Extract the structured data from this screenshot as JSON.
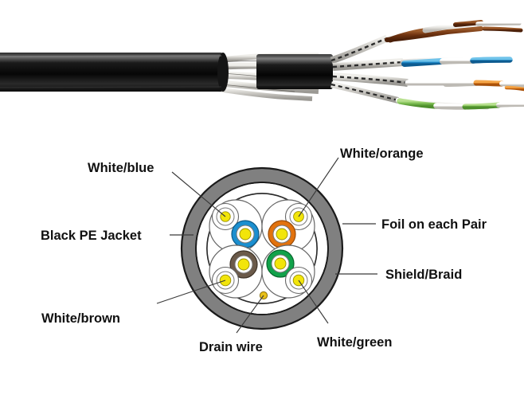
{
  "figure": {
    "title": "Shielded twisted pair (S/FTP) cable construction",
    "background_color": "#ffffff"
  },
  "photo": {
    "name": "cable-photograph",
    "description": "Stripped S/FTP network cable showing black PE jacket, braid shield and four foiled twisted pairs",
    "jacket_color": "#1a1a1a",
    "braid_color": "#d8d6d2",
    "pairs": [
      {
        "name": "brown-pair",
        "color": "#7a3a14",
        "label": "brown"
      },
      {
        "name": "blue-pair",
        "color": "#1a86c8",
        "label": "blue"
      },
      {
        "name": "orange-pair",
        "color": "#e07a16",
        "label": "orange"
      },
      {
        "name": "green-pair",
        "color": "#7fbf53",
        "label": "green"
      }
    ]
  },
  "cross_section": {
    "name": "cable-cross-section",
    "jacket_color": "#808080",
    "jacket_outline": "#222222",
    "braid_light": "#ffffff",
    "braid_dark": "#111111",
    "core_fill": "#ffffff",
    "pairs": [
      {
        "name": "white-blue-pair",
        "position": "upper-left",
        "insulation_color": "#1b8fd0",
        "conductor_color": "#f2e50a",
        "partner_color": "#ffffff"
      },
      {
        "name": "white-orange-pair",
        "position": "upper-right",
        "insulation_color": "#e2720d",
        "conductor_color": "#f2e50a",
        "partner_color": "#ffffff"
      },
      {
        "name": "white-brown-pair",
        "position": "lower-left",
        "insulation_color": "#6b5a4a",
        "conductor_color": "#f2e50a",
        "partner_color": "#ffffff"
      },
      {
        "name": "white-green-pair",
        "position": "lower-right",
        "insulation_color": "#11a24a",
        "conductor_color": "#f2e50a",
        "partner_color": "#ffffff"
      }
    ],
    "drain_wire": {
      "name": "drain-wire",
      "color": "#e8c019"
    }
  },
  "labels": {
    "white_blue": "White/blue",
    "white_orange": "White/orange",
    "black_pe_jacket": "Black PE Jacket",
    "foil_on_each_pair": "Foil on each Pair",
    "shield_braid": "Shield/Braid",
    "white_brown": "White/brown",
    "drain_wire": "Drain wire",
    "white_green": "White/green"
  }
}
